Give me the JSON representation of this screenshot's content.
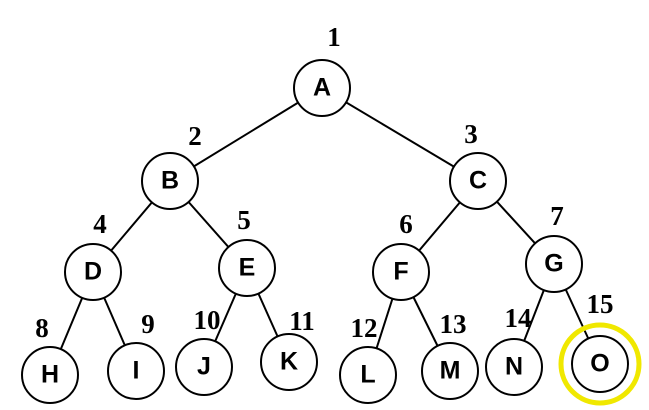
{
  "tree": {
    "nodes": [
      {
        "index": "1",
        "label": "A"
      },
      {
        "index": "2",
        "label": "B"
      },
      {
        "index": "3",
        "label": "C"
      },
      {
        "index": "4",
        "label": "D"
      },
      {
        "index": "5",
        "label": "E"
      },
      {
        "index": "6",
        "label": "F"
      },
      {
        "index": "7",
        "label": "G"
      },
      {
        "index": "8",
        "label": "H"
      },
      {
        "index": "9",
        "label": "I"
      },
      {
        "index": "10",
        "label": "J"
      },
      {
        "index": "11",
        "label": "K"
      },
      {
        "index": "12",
        "label": "L"
      },
      {
        "index": "13",
        "label": "M"
      },
      {
        "index": "14",
        "label": "N"
      },
      {
        "index": "15",
        "label": "O"
      }
    ],
    "edges": [
      [
        "A",
        "B"
      ],
      [
        "A",
        "C"
      ],
      [
        "B",
        "D"
      ],
      [
        "B",
        "E"
      ],
      [
        "C",
        "F"
      ],
      [
        "C",
        "G"
      ],
      [
        "D",
        "H"
      ],
      [
        "D",
        "I"
      ],
      [
        "E",
        "J"
      ],
      [
        "E",
        "K"
      ],
      [
        "F",
        "L"
      ],
      [
        "F",
        "M"
      ],
      [
        "G",
        "N"
      ],
      [
        "G",
        "O"
      ]
    ],
    "highlighted": "O",
    "highlight_color": "#f0e800"
  }
}
